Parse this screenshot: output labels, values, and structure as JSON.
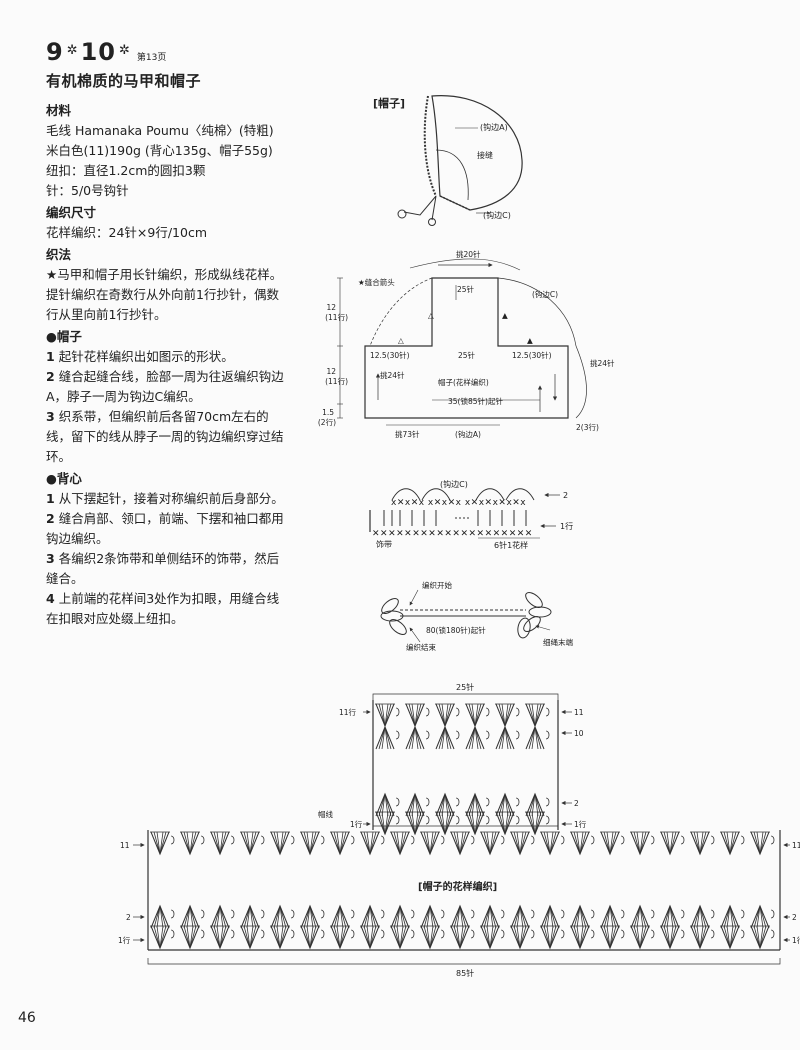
{
  "header": {
    "num1": "9",
    "star": "✲",
    "num2": "10",
    "page_ref": "第13页",
    "title": "有机棉质的马甲和帽子"
  },
  "materials": {
    "heading": "材料",
    "yarn": "毛线 Hamanaka Poumu〈纯棉〉(特粗)米白色(11)190g (背心135g、帽子55g)",
    "buttons": "纽扣：直径1.2cm的圆扣3颗",
    "needle": "针：5/0号钩针"
  },
  "gauge": {
    "heading": "编织尺寸",
    "text": "花样编织：24针×9行/10cm"
  },
  "method": {
    "heading": "织法",
    "intro": "★马甲和帽子用长针编织，形成纵线花样。提针编织在奇数行从外向前1行抄针，偶数行从里向前1行抄针。",
    "hat_heading": "●帽子",
    "hat_steps": [
      {
        "n": "1",
        "t": "起针花样编织出如图示的形状。"
      },
      {
        "n": "2",
        "t": "缝合起缝合线，脸部一周为往返编织钩边A，脖子一周为钩边C编织。"
      },
      {
        "n": "3",
        "t": "织系带，但编织前后各留70cm左右的线，留下的线从脖子一周的钩边编织穿过结环。"
      }
    ],
    "vest_heading": "●背心",
    "vest_steps": [
      {
        "n": "1",
        "t": "从下摆起针，接着对称编织前后身部分。"
      },
      {
        "n": "2",
        "t": "缝合肩部、领口，前端、下摆和袖口都用钩边编织。"
      },
      {
        "n": "3",
        "t": "各编织2条饰带和单侧结环的饰带，然后缝合。"
      },
      {
        "n": "4",
        "t": "上前端的花样间3处作为扣眼，用缝合线在扣眼对应处缀上纽扣。"
      }
    ]
  },
  "hat_fig": {
    "title": "[帽子]",
    "edge_a": "(钩边A)",
    "seam": "接缝",
    "edge_c": "(钩边C)"
  },
  "schematic": {
    "seam_note": "★缝合箭头",
    "top_pickup": "挑20针",
    "top_w": "25针",
    "edge_c": "(钩边C)",
    "h1": "12",
    "h1r": "(11行)",
    "h2": "12",
    "h2r": "(11行)",
    "h3": "1.5",
    "h3r": "(2行)",
    "shoulder_l": "12.5(30针)",
    "mid": "25针",
    "shoulder_r": "12.5(30针)",
    "pick_l": "挑24针",
    "pick_r": "挑24针",
    "pattern": "帽子(花样编织)",
    "cast_on": "35(锁85针)起针",
    "bottom_pickup": "挑73针",
    "edge_a": "(钩边A)",
    "rows_r": "2(3行)",
    "tri": "△",
    "tri2": "▲"
  },
  "edge_chart": {
    "title": "(钩边C)",
    "r2": "2",
    "r1": "1行",
    "tie": "饰带",
    "repeat": "6针1花样"
  },
  "tie_chart": {
    "start": "编织开始",
    "chain": "80(锁180针)起针",
    "end": "编织结束",
    "tail": "细绳末端"
  },
  "pattern_chart": {
    "top_w": "25针",
    "r11": "11行",
    "r11b": "11",
    "r10": "10",
    "r2": "2",
    "r1": "1行",
    "border": "帽线",
    "caption": "[帽子的花样编织]",
    "b11": "11",
    "b2": "2",
    "b1": "1行",
    "bottom_w": "85针"
  },
  "page_number": "46"
}
